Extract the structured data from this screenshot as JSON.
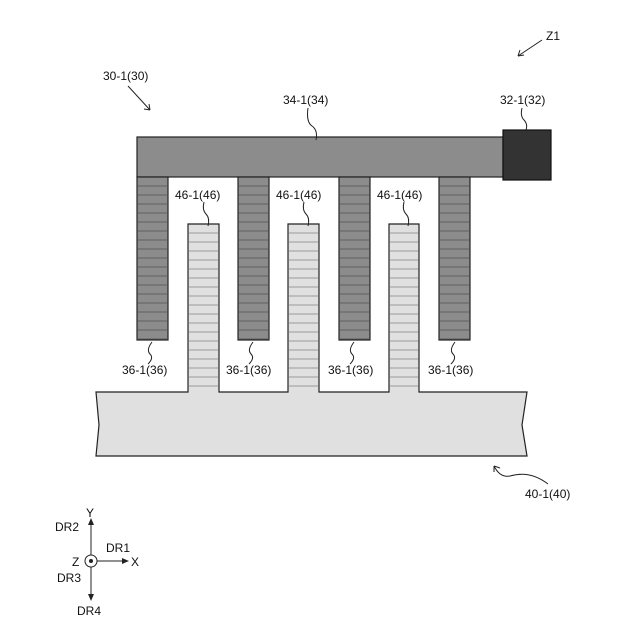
{
  "figure_id": "Z1",
  "labels": {
    "electrode_30": "30-1(30)",
    "bus_34": "34-1(34)",
    "pad_32": "32-1(32)",
    "finger_46": "46-1(46)",
    "finger_36": "36-1(36)",
    "electrode_40": "40-1(40)"
  },
  "axes": {
    "y": "Y",
    "x": "X",
    "z": "Z",
    "dr1": "DR1",
    "dr2": "DR2",
    "dr3": "DR3",
    "dr4": "DR4"
  },
  "colors": {
    "bus_fill": "#8c8c8c",
    "pad_fill": "#333333",
    "lower_fill": "#e0e0e0",
    "outline": "#222222"
  }
}
